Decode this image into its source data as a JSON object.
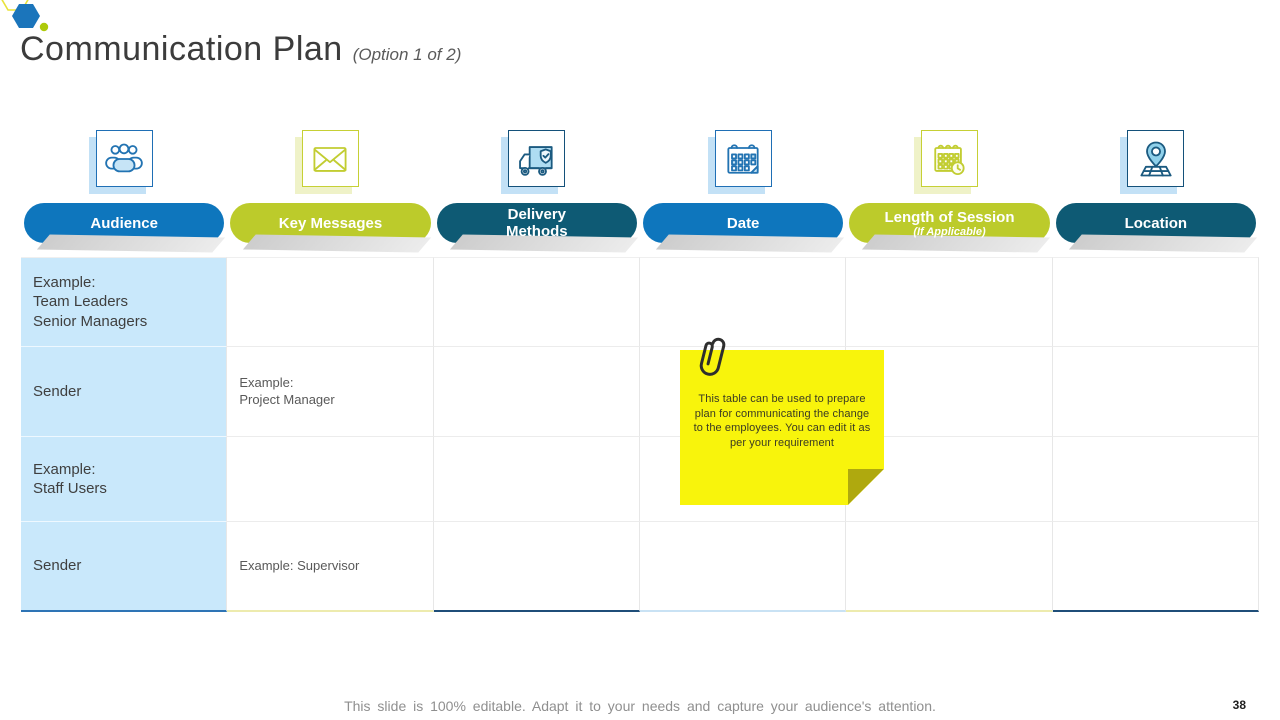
{
  "slide": {
    "title": "Communication Plan",
    "subtitle": "(Option 1 of 2)",
    "footer": "This slide is 100% editable. Adapt it to your needs and capture your audience's attention.",
    "page_number": "38"
  },
  "colors": {
    "blue": "#0e76bd",
    "green": "#bccb2b",
    "teal": "#0e5a74",
    "audience_cell_blue": "#c9e8fb",
    "sticky_yellow": "#f8f40c",
    "sticky_fold": "#afa90e"
  },
  "columns": [
    {
      "label": "Audience",
      "icon": "people-group-icon",
      "style": "blue"
    },
    {
      "label": "Key Messages",
      "icon": "envelope-icon",
      "style": "green"
    },
    {
      "label": "Delivery Methods",
      "icon": "delivery-truck-icon",
      "style": "teal"
    },
    {
      "label": "Date",
      "icon": "calendar-icon",
      "style": "blue"
    },
    {
      "label": "Length of Session",
      "sublabel": "(If Applicable)",
      "icon": "calendar-clock-icon",
      "style": "green"
    },
    {
      "label": "Location",
      "icon": "map-pin-icon",
      "style": "teal"
    }
  ],
  "rows": [
    {
      "audience": "Example:\nTeam Leaders\nSenior Managers",
      "key_messages": ""
    },
    {
      "audience": "Sender",
      "key_messages": "Example:\nProject Manager"
    },
    {
      "audience": "Example:\nStaff Users",
      "key_messages": ""
    },
    {
      "audience": "Sender",
      "key_messages": "Example: Supervisor"
    }
  ],
  "sticky_note": {
    "text": "This table can be used to prepare plan for communicating the change to the employees. You can edit it as per your requirement"
  }
}
